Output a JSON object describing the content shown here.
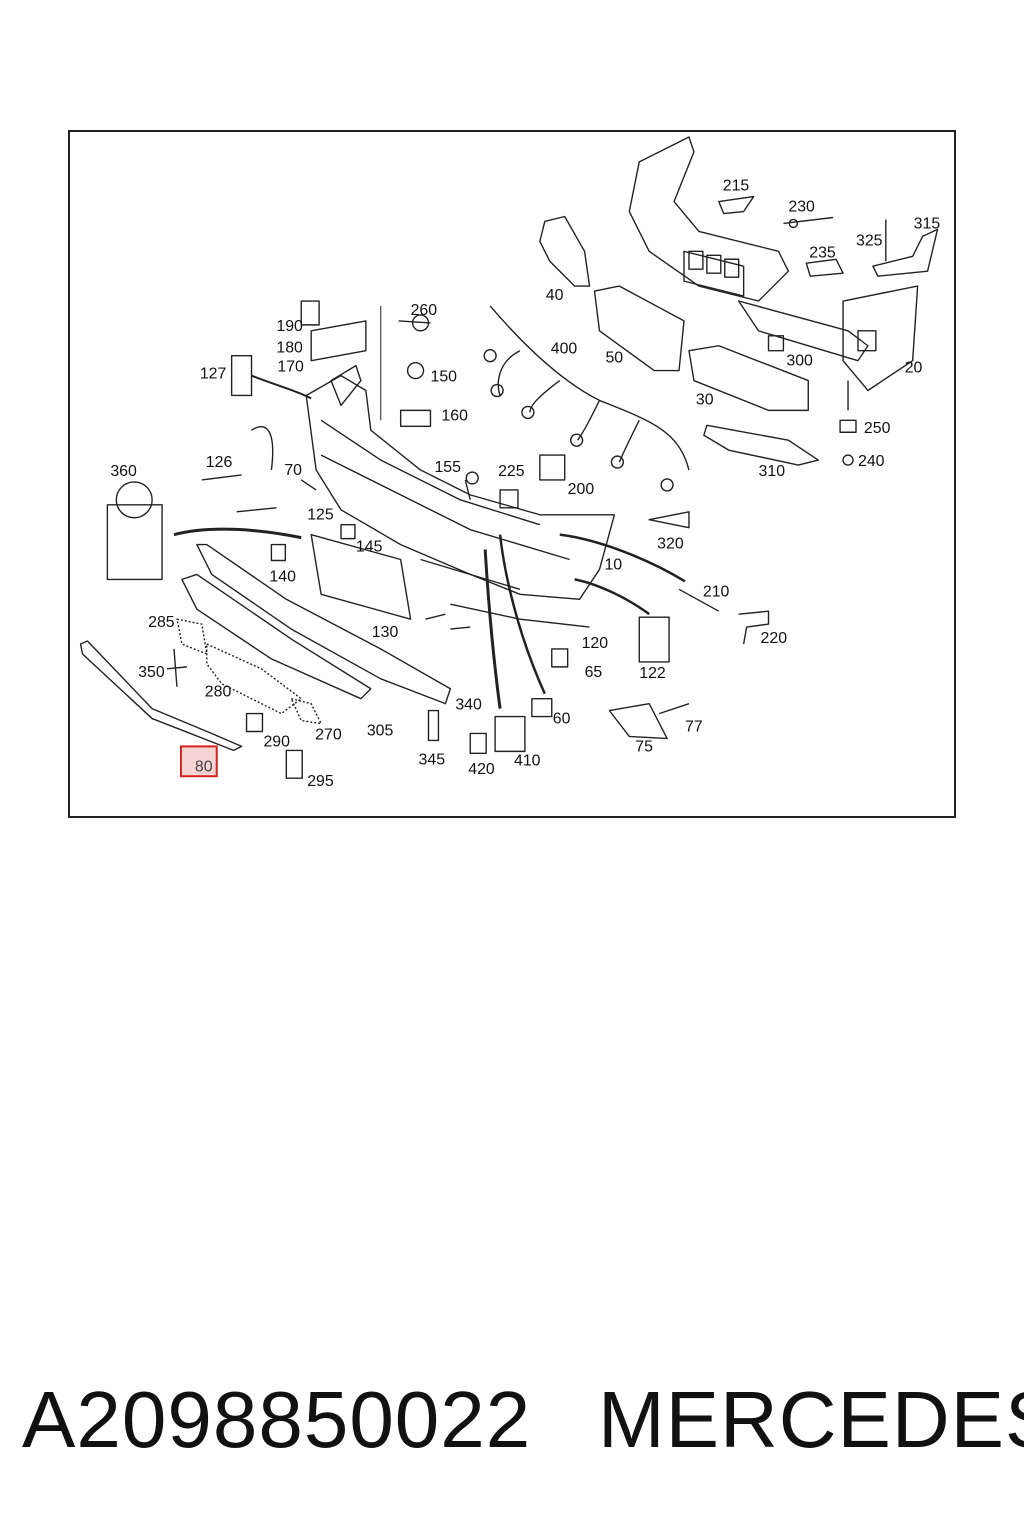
{
  "diagram": {
    "highlighted_part": "80",
    "parts": [
      "215",
      "230",
      "315",
      "325",
      "235",
      "40",
      "260",
      "190",
      "180",
      "170",
      "400",
      "50",
      "300",
      "20",
      "127",
      "150",
      "160",
      "30",
      "250",
      "310",
      "240",
      "360",
      "126",
      "70",
      "155",
      "225",
      "200",
      "125",
      "320",
      "145",
      "10",
      "140",
      "210",
      "220",
      "130",
      "120",
      "285",
      "350",
      "65",
      "122",
      "280",
      "340",
      "305",
      "270",
      "290",
      "60",
      "77",
      "75",
      "345",
      "420",
      "410",
      "295"
    ]
  },
  "footer": {
    "part_number": "A2098850022",
    "brand": "MERCEDES"
  }
}
